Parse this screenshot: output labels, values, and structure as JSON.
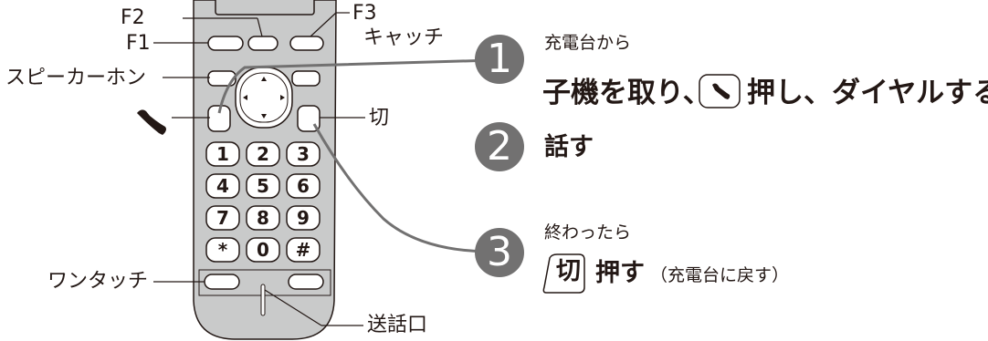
{
  "phone_labels": {
    "f2": "F2",
    "f1": "F1",
    "f3": "F3",
    "catch": "キャッチ",
    "speakerphone": "スピーカーホン",
    "off": "切",
    "one_touch": "ワンタッチ",
    "mouthpiece": "送話口"
  },
  "keypad": [
    "1",
    "2",
    "3",
    "4",
    "5",
    "6",
    "7",
    "8",
    "9",
    "*",
    "0",
    "#"
  ],
  "steps": [
    {
      "number": "1",
      "lead": "充電台から",
      "text_before": "子機を取り、",
      "text_after": "押し、ダイヤルする"
    },
    {
      "number": "2",
      "text": "話す"
    },
    {
      "number": "3",
      "lead": "終わったら",
      "key_label": "切",
      "action": "押す",
      "note": "（充電台に戻す）"
    }
  ],
  "icons": {
    "talk": "handset-talk-icon",
    "off_key": "off-key-icon"
  },
  "colors": {
    "phone_body": "#c9caca",
    "badge": "#727171",
    "line": "#4d4d4d",
    "text": "#231815"
  }
}
